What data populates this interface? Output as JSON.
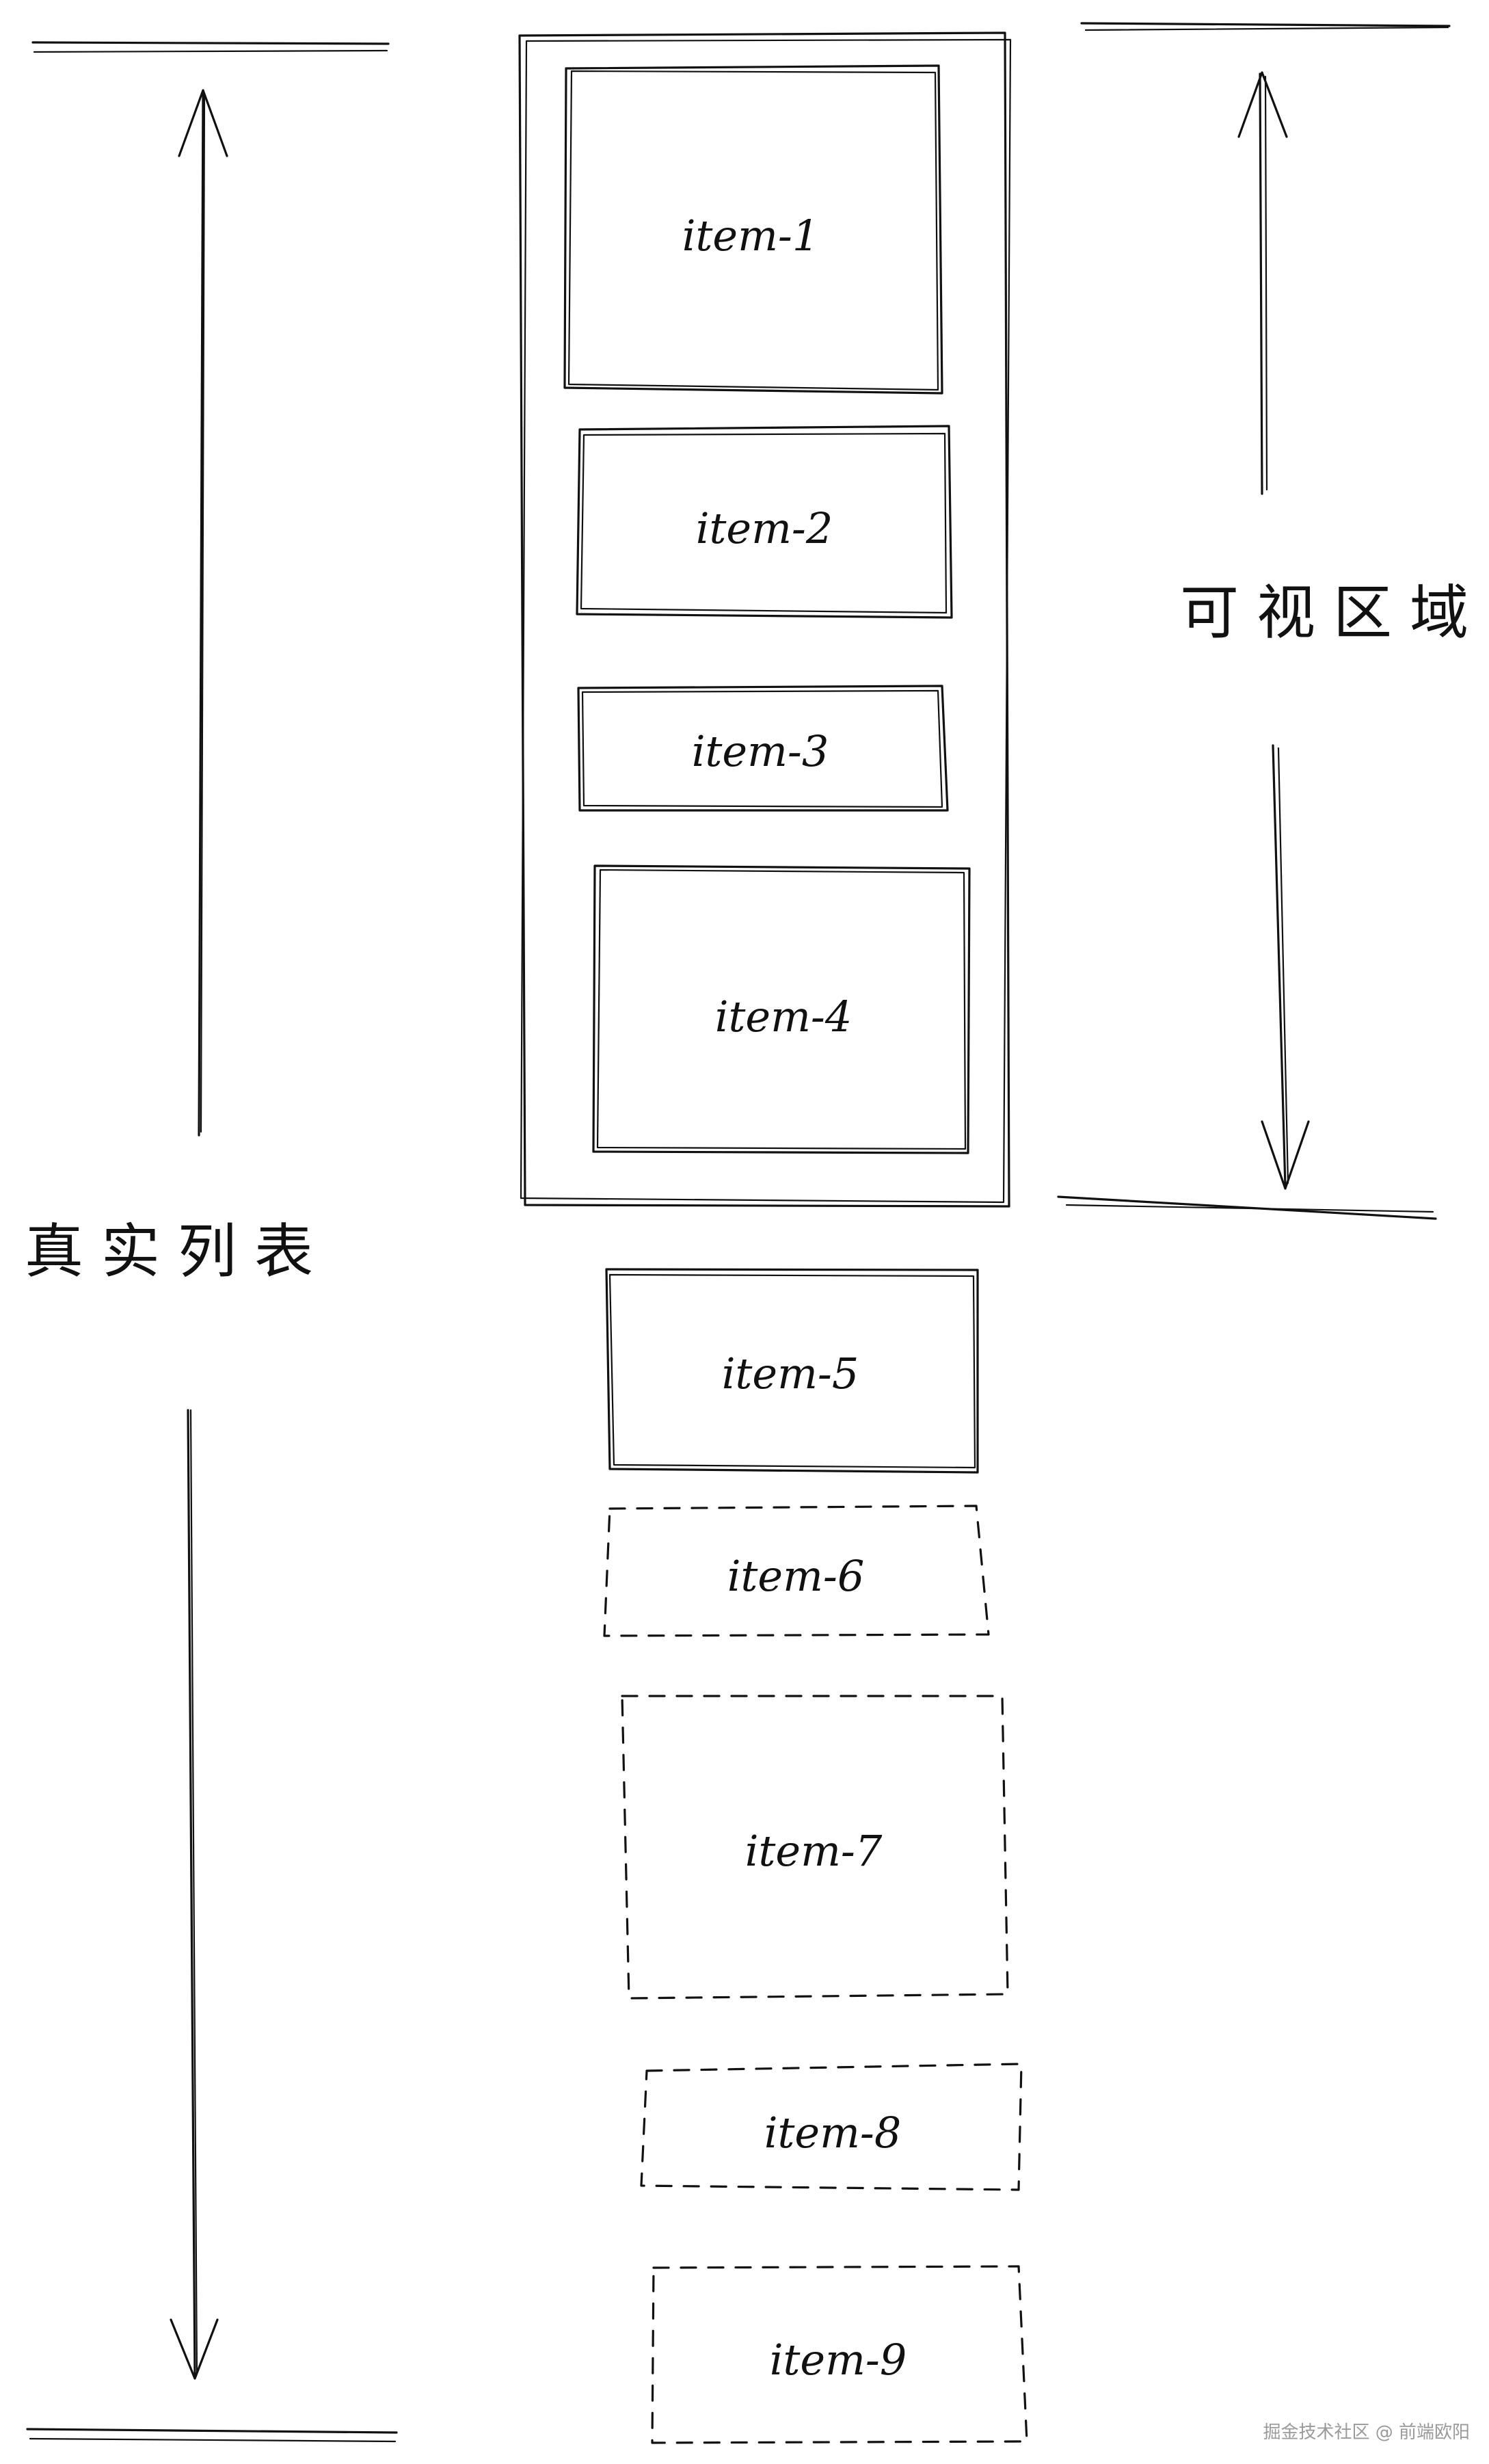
{
  "labels": {
    "left": "真实列表",
    "right": "可视区域"
  },
  "items": [
    {
      "label": "item-1",
      "in_view": true
    },
    {
      "label": "item-2",
      "in_view": true
    },
    {
      "label": "item-3",
      "in_view": true
    },
    {
      "label": "item-4",
      "in_view": true
    },
    {
      "label": "item-5",
      "in_view": false
    },
    {
      "label": "item-6",
      "in_view": false
    },
    {
      "label": "item-7",
      "in_view": false
    },
    {
      "label": "item-8",
      "in_view": false
    },
    {
      "label": "item-9",
      "in_view": false
    }
  ],
  "watermark": "掘金技术社区 @ 前端欧阳"
}
